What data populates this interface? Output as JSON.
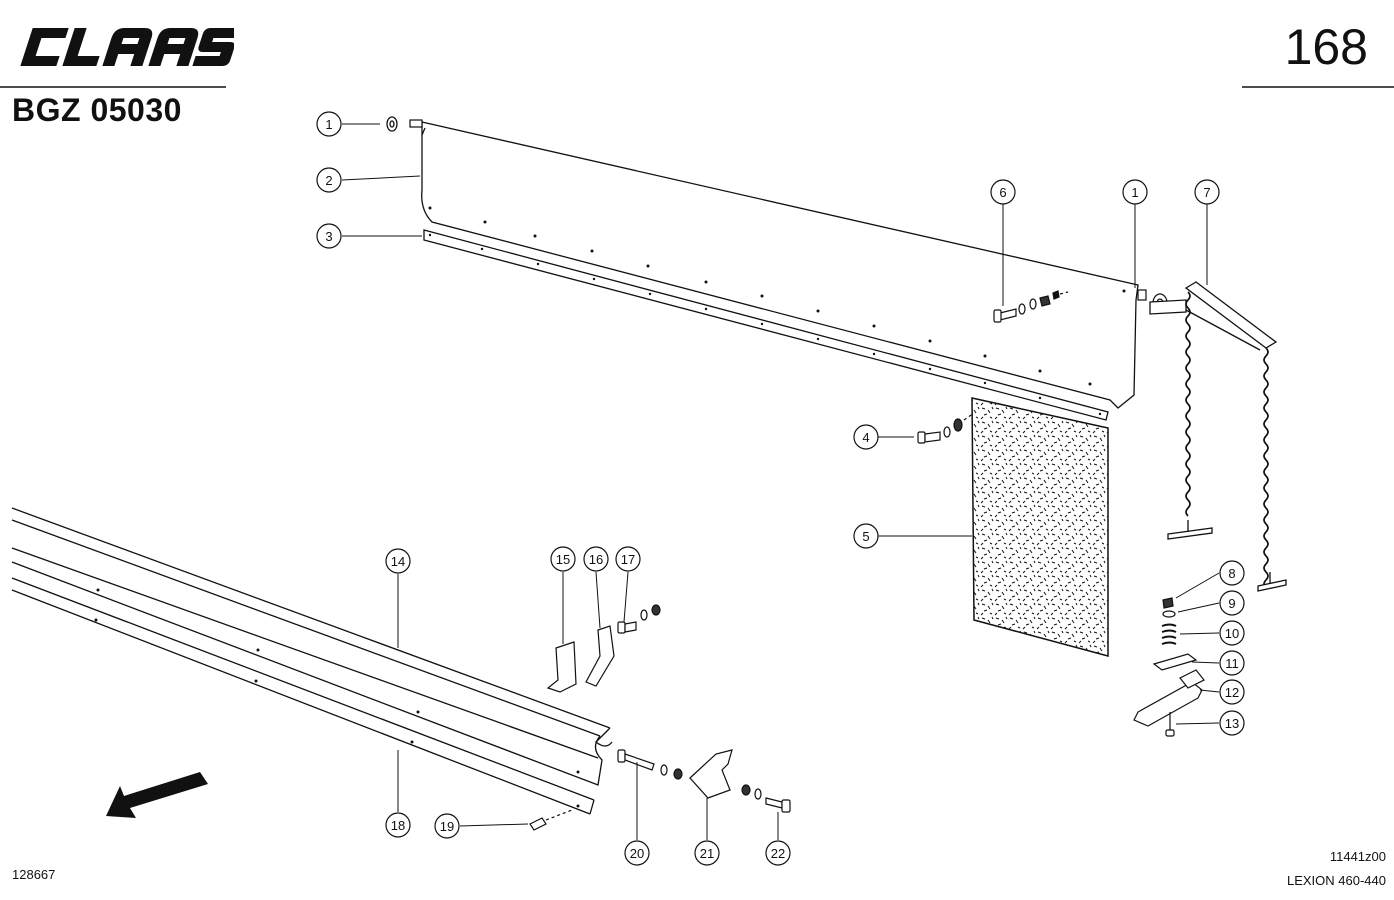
{
  "header": {
    "brand": "CLAAS",
    "doc_code": "BGZ 05030",
    "page_number": "168"
  },
  "footer": {
    "left_code": "128667",
    "ref_code": "11441z00",
    "model": "LEXION 460-440"
  },
  "callouts": [
    {
      "id": "c1a",
      "label": "1"
    },
    {
      "id": "c2",
      "label": "2"
    },
    {
      "id": "c3",
      "label": "3"
    },
    {
      "id": "c6",
      "label": "6"
    },
    {
      "id": "c1b",
      "label": "1"
    },
    {
      "id": "c7",
      "label": "7"
    },
    {
      "id": "c4",
      "label": "4"
    },
    {
      "id": "c5",
      "label": "5"
    },
    {
      "id": "c8",
      "label": "8"
    },
    {
      "id": "c9",
      "label": "9"
    },
    {
      "id": "c10",
      "label": "10"
    },
    {
      "id": "c11",
      "label": "11"
    },
    {
      "id": "c12",
      "label": "12"
    },
    {
      "id": "c13",
      "label": "13"
    },
    {
      "id": "c14",
      "label": "14"
    },
    {
      "id": "c15",
      "label": "15"
    },
    {
      "id": "c16",
      "label": "16"
    },
    {
      "id": "c17",
      "label": "17"
    },
    {
      "id": "c18",
      "label": "18"
    },
    {
      "id": "c19",
      "label": "19"
    },
    {
      "id": "c20",
      "label": "20"
    },
    {
      "id": "c21",
      "label": "21"
    },
    {
      "id": "c22",
      "label": "22"
    }
  ],
  "colors": {
    "ink": "#111111",
    "paper": "#ffffff"
  }
}
